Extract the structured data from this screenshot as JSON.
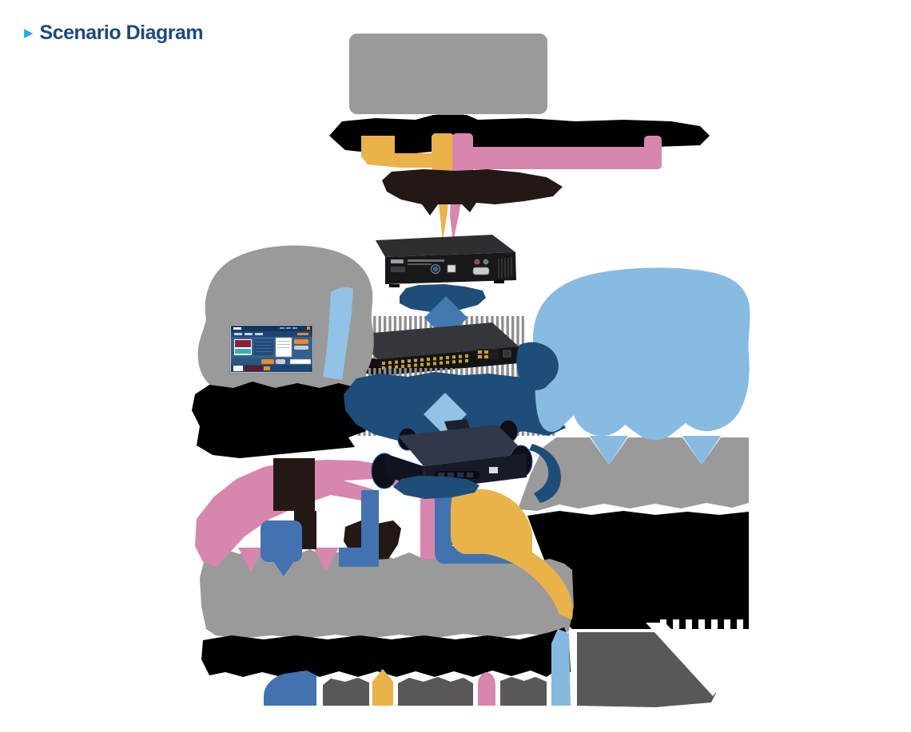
{
  "title": {
    "arrow_icon": "play-arrow",
    "arrow_glyph": "▶",
    "label": "Scenario Diagram"
  },
  "palette": {
    "title_text": "#1d4a7c",
    "title_arrow": "#29abe2",
    "placeholder_gray": "#9a9a9a",
    "label_black": "#000000",
    "label_dark_brown": "#231815",
    "label_navy": "#1d4d78",
    "cable_yellow": "#e9b34a",
    "cable_pink": "#d786ad",
    "cable_blue": "#4273b0",
    "cloud_light_blue": "#88bbe1",
    "diamond_mid_blue": "#4279ae",
    "diamond_light_blue": "#92c3e6",
    "legend_light_blue": "#85bade",
    "legend_dark_gray": "#595757",
    "hatch_gray": "#8d8d8f",
    "device_black": "#18181a",
    "device_navy": "#171b28"
  },
  "diagram": {
    "nodes": [
      {
        "id": "computer-box",
        "kind": "placeholder-block",
        "color": "#9a9a9a"
      },
      {
        "id": "transmitter-device",
        "kind": "device-photo"
      },
      {
        "id": "network-switch",
        "kind": "device-photo"
      },
      {
        "id": "management-cloud",
        "kind": "cloud",
        "color": "#9a9a9a",
        "contains": "software-screenshot"
      },
      {
        "id": "lan-cloud",
        "kind": "cloud",
        "color": "#88bbe1"
      },
      {
        "id": "receiver-device",
        "kind": "device-photo"
      },
      {
        "id": "console-silhouette",
        "kind": "placeholder-blob",
        "color": "#9a9a9a"
      }
    ],
    "connections": [
      {
        "id": "video-cable",
        "color": "#e9b34a"
      },
      {
        "id": "usb-cable",
        "color": "#d786ad"
      },
      {
        "id": "audio-cable",
        "color": "#231815"
      },
      {
        "id": "blue-cable",
        "color": "#4273b0"
      },
      {
        "id": "network-link-upper",
        "color": "#4279ae"
      },
      {
        "id": "network-link-lower",
        "color": "#92c3e6"
      },
      {
        "id": "lan-link",
        "color": "#92c3e6"
      }
    ],
    "label_blobs_illegible": true
  },
  "legend": {
    "swatches": [
      {
        "name": "blue-cable-swatch",
        "color": "#4273b0"
      },
      {
        "name": "yellow-cable-swatch",
        "color": "#e9b34a"
      },
      {
        "name": "pink-cable-swatch",
        "color": "#d786ad"
      },
      {
        "name": "lightblue-cable-swatch",
        "color": "#85bade"
      }
    ]
  }
}
